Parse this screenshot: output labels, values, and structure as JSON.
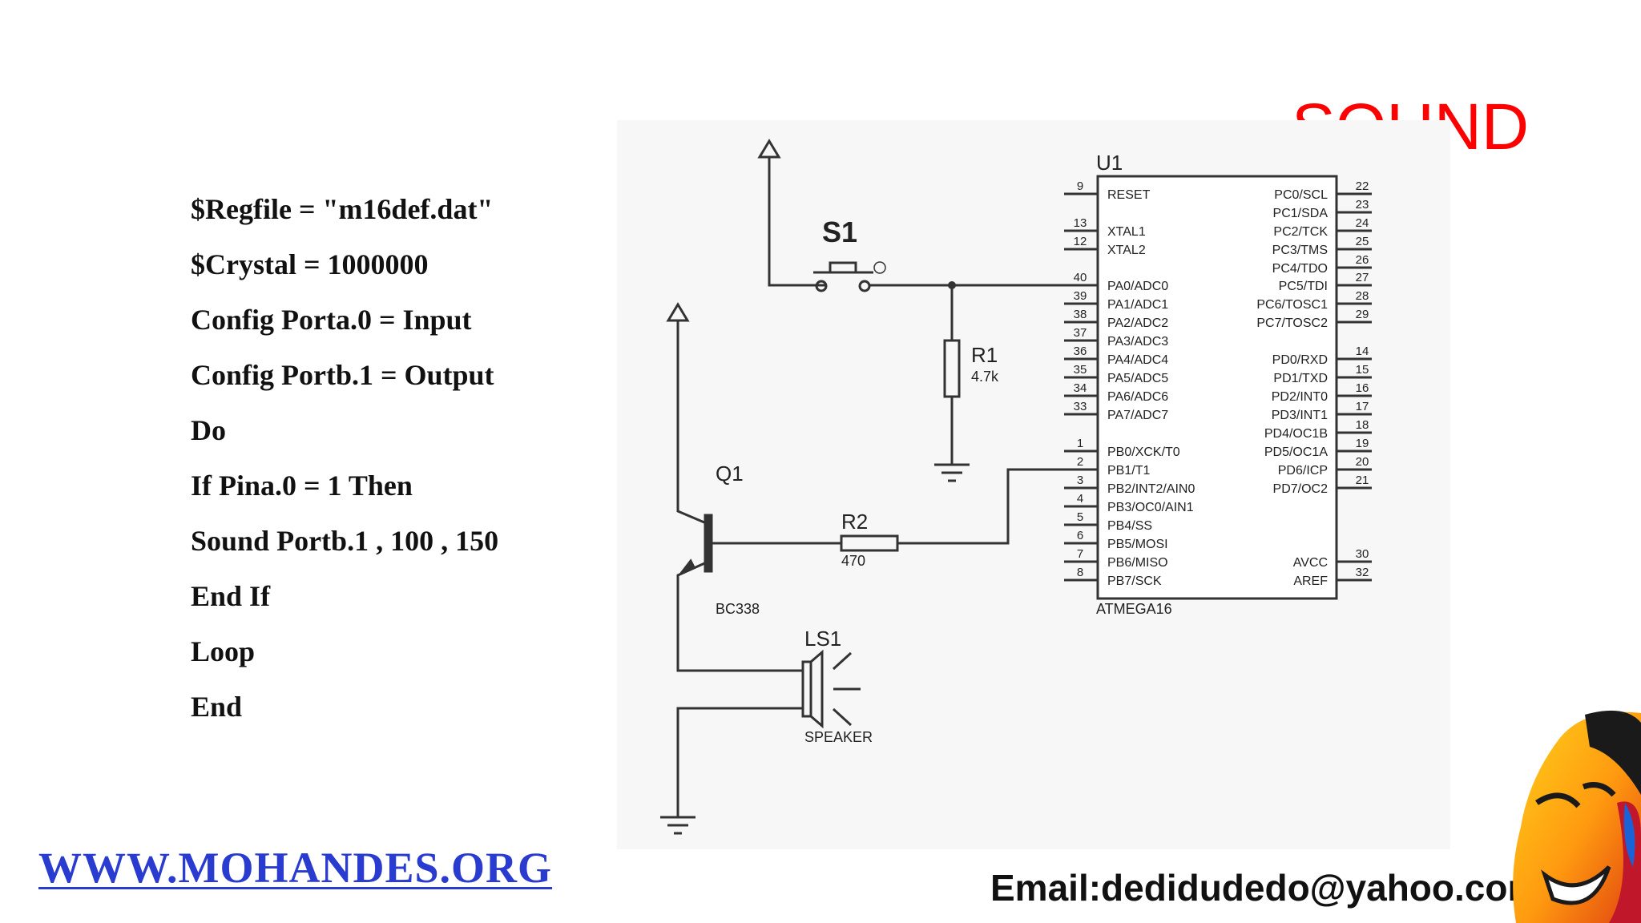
{
  "slide": {
    "title": "SOUND",
    "website": "WWW.MOHANDES.ORG",
    "email": "Email:dedidudedo@yahoo.com"
  },
  "code_lines": [
    "$Regfile = \"m16def.dat\"",
    "$Crystal = 1000000",
    "Config Porta.0 = Input",
    "Config Portb.1 = Output",
    "Do",
    "If Pina.0 = 1 Then",
    "Sound Portb.1 , 100 , 150",
    "End If",
    "Loop",
    "End"
  ],
  "schematic": {
    "mcu": {
      "ref": "U1",
      "part": "ATMEGA16",
      "left_pins": [
        {
          "num": "9",
          "name": "RESET"
        },
        {
          "num": "13",
          "name": "XTAL1"
        },
        {
          "num": "12",
          "name": "XTAL2"
        },
        {
          "num": "40",
          "name": "PA0/ADC0"
        },
        {
          "num": "39",
          "name": "PA1/ADC1"
        },
        {
          "num": "38",
          "name": "PA2/ADC2"
        },
        {
          "num": "37",
          "name": "PA3/ADC3"
        },
        {
          "num": "36",
          "name": "PA4/ADC4"
        },
        {
          "num": "35",
          "name": "PA5/ADC5"
        },
        {
          "num": "34",
          "name": "PA6/ADC6"
        },
        {
          "num": "33",
          "name": "PA7/ADC7"
        },
        {
          "num": "1",
          "name": "PB0/XCK/T0"
        },
        {
          "num": "2",
          "name": "PB1/T1"
        },
        {
          "num": "3",
          "name": "PB2/INT2/AIN0"
        },
        {
          "num": "4",
          "name": "PB3/OC0/AIN1"
        },
        {
          "num": "5",
          "name": "PB4/SS"
        },
        {
          "num": "6",
          "name": "PB5/MOSI"
        },
        {
          "num": "7",
          "name": "PB6/MISO"
        },
        {
          "num": "8",
          "name": "PB7/SCK"
        }
      ],
      "right_pins": [
        {
          "num": "22",
          "name": "PC0/SCL"
        },
        {
          "num": "23",
          "name": "PC1/SDA"
        },
        {
          "num": "24",
          "name": "PC2/TCK"
        },
        {
          "num": "25",
          "name": "PC3/TMS"
        },
        {
          "num": "26",
          "name": "PC4/TDO"
        },
        {
          "num": "27",
          "name": "PC5/TDI"
        },
        {
          "num": "28",
          "name": "PC6/TOSC1"
        },
        {
          "num": "29",
          "name": "PC7/TOSC2"
        },
        {
          "num": "14",
          "name": "PD0/RXD"
        },
        {
          "num": "15",
          "name": "PD1/TXD"
        },
        {
          "num": "16",
          "name": "PD2/INT0"
        },
        {
          "num": "17",
          "name": "PD3/INT1"
        },
        {
          "num": "18",
          "name": "PD4/OC1B"
        },
        {
          "num": "19",
          "name": "PD5/OC1A"
        },
        {
          "num": "20",
          "name": "PD6/ICP"
        },
        {
          "num": "21",
          "name": "PD7/OC2"
        },
        {
          "num": "30",
          "name": "AVCC"
        },
        {
          "num": "32",
          "name": "AREF"
        }
      ]
    },
    "switch": {
      "ref": "S1"
    },
    "resistor1": {
      "ref": "R1",
      "value": "4.7k"
    },
    "resistor2": {
      "ref": "R2",
      "value": "470"
    },
    "transistor": {
      "ref": "Q1",
      "part": "BC338"
    },
    "speaker": {
      "ref": "LS1",
      "part": "SPEAKER"
    }
  }
}
